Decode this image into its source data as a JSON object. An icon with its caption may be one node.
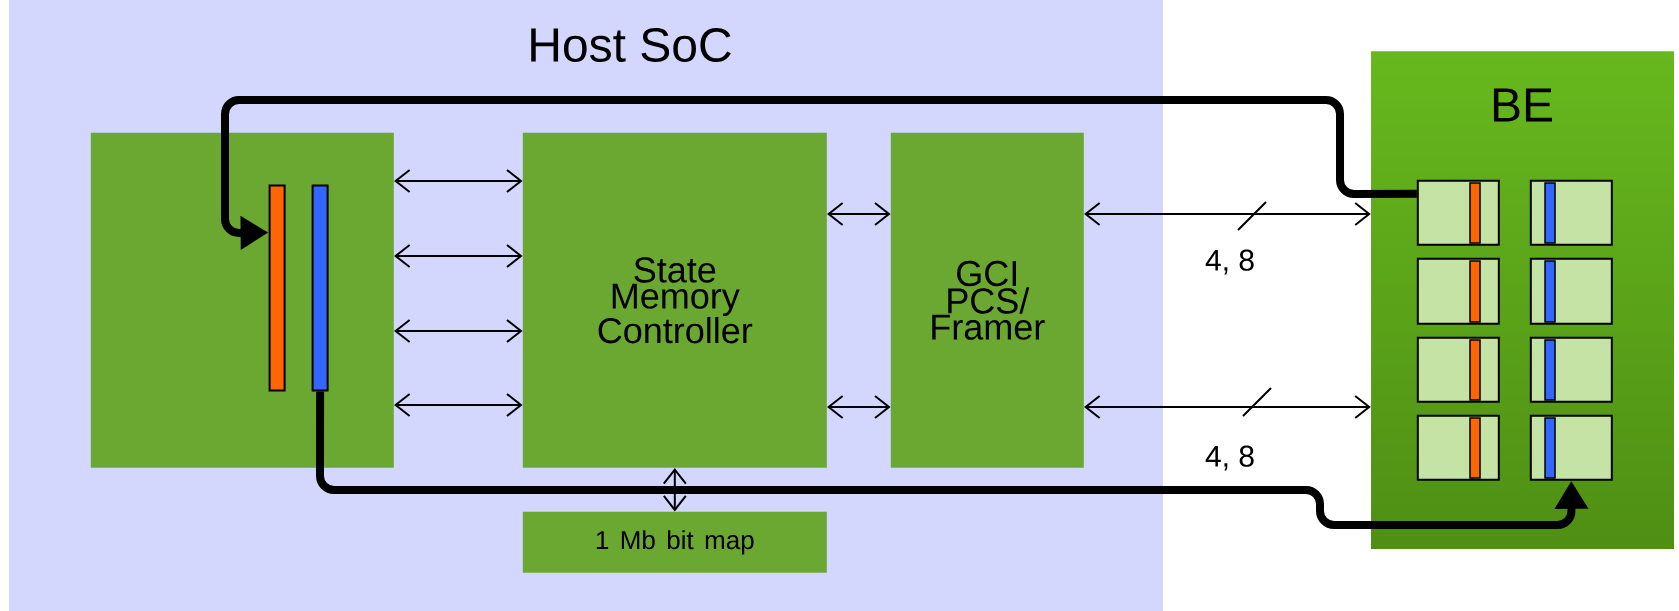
{
  "diagram": {
    "nodes": [
      {
        "text": [
          "Host SoC"
        ]
      },
      {
        "text": [],
        "shape": "box",
        "in": 0
      },
      {
        "text": [],
        "shape": "bar",
        "in": 1
      },
      {
        "text": [],
        "shape": "bar",
        "in": 1
      },
      {
        "text": [
          "State Memory Controller"
        ],
        "in": 0
      },
      {
        "text": [
          "GCI PCS/ Framer"
        ],
        "in": 0
      },
      {
        "text": [
          "1 Mb bit map"
        ],
        "in": 0
      },
      {
        "text": [
          "BE"
        ]
      },
      {
        "text": [],
        "shape": "box",
        "in": 7
      },
      {
        "text": [],
        "shape": "box",
        "in": 7
      },
      {
        "text": [],
        "shape": "box",
        "in": 7
      },
      {
        "text": [],
        "shape": "box",
        "in": 7
      },
      {
        "text": [],
        "shape": "box",
        "in": 7
      },
      {
        "text": [],
        "shape": "box",
        "in": 7
      },
      {
        "text": [],
        "shape": "box",
        "in": 7
      },
      {
        "text": [],
        "shape": "box",
        "in": 7
      }
    ],
    "edges": [
      {
        "from": 1,
        "to": 4,
        "arrow": "both"
      },
      {
        "from": 1,
        "to": 4,
        "arrow": "both"
      },
      {
        "from": 1,
        "to": 4,
        "arrow": "both"
      },
      {
        "from": 1,
        "to": 4,
        "arrow": "both"
      },
      {
        "from": 4,
        "to": 5,
        "arrow": "both"
      },
      {
        "from": 4,
        "to": 5,
        "arrow": "both"
      },
      {
        "from": 4,
        "to": 6,
        "arrow": "both"
      },
      {
        "from": 5,
        "to": 7,
        "arrow": "both",
        "label": "4, 8"
      },
      {
        "from": 5,
        "to": 7,
        "arrow": "both",
        "label": "4, 8"
      },
      {
        "from": 8,
        "to": 2,
        "arrow": "to",
        "style": "thick"
      },
      {
        "from": 3,
        "to": 15,
        "arrow": "to",
        "style": "thick"
      }
    ]
  }
}
